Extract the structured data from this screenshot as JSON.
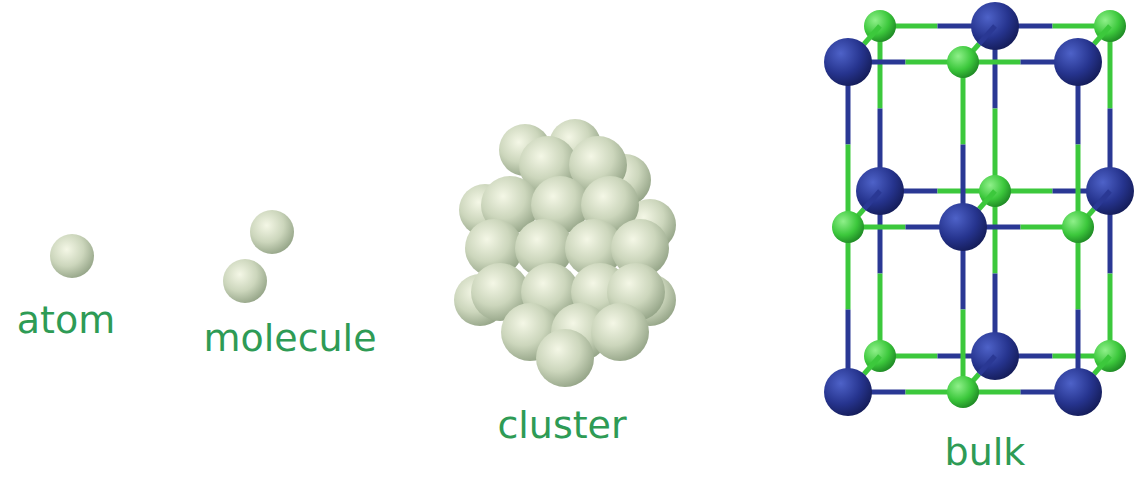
{
  "diagram": {
    "labels": [
      "atom",
      "molecule",
      "cluster",
      "bulk"
    ]
  }
}
